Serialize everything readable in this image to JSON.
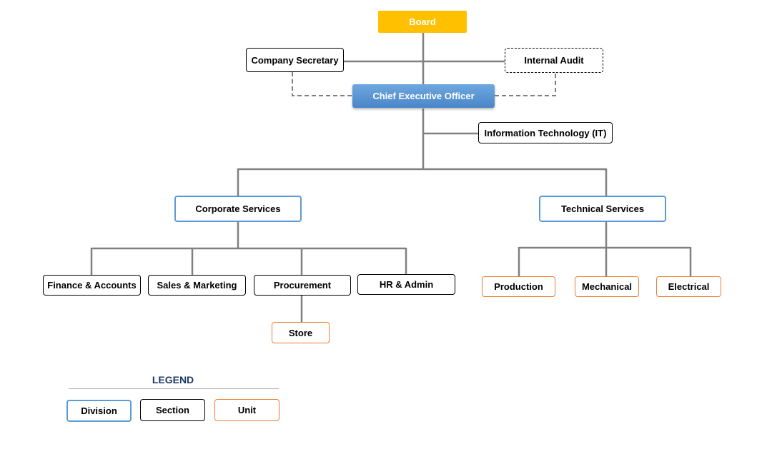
{
  "org": {
    "board": "Board",
    "company_secretary": "Company Secretary",
    "internal_audit": "Internal Audit",
    "ceo": "Chief Executive Officer",
    "it": "Information Technology (IT)",
    "corporate_services": "Corporate Services",
    "technical_services": "Technical Services",
    "finance_accounts": "Finance & Accounts",
    "sales_marketing": "Sales & Marketing",
    "procurement": "Procurement",
    "hr_admin": "HR & Admin",
    "store": "Store",
    "production": "Production",
    "mechanical": "Mechanical",
    "electrical": "Electrical"
  },
  "legend": {
    "title": "LEGEND",
    "division": "Division",
    "section": "Section",
    "unit": "Unit"
  },
  "colors": {
    "board_fill": "#ffc000",
    "ceo_fill": "#5b9bd5",
    "division_border": "#5b9bd5",
    "section_border": "#000000",
    "unit_border": "#ed7d31",
    "connector": "#7f7f7f",
    "legend_title": "#1f3864"
  }
}
